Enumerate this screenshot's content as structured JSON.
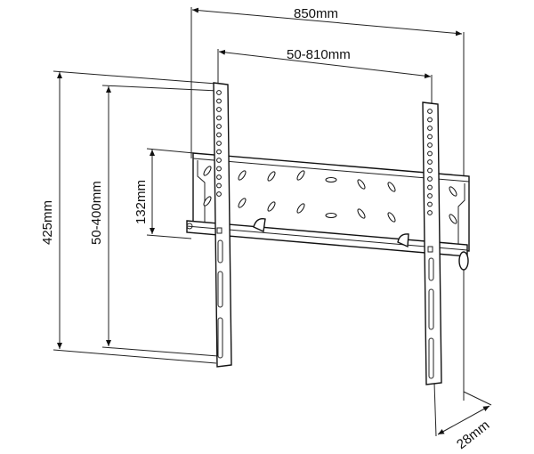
{
  "dimensions": {
    "total_width": "850mm",
    "vesa_width": "50-810mm",
    "total_height": "425mm",
    "vesa_height": "50-400mm",
    "plate_height": "132mm",
    "depth": "28mm"
  },
  "colors": {
    "line": "#222222",
    "background": "#ffffff"
  }
}
